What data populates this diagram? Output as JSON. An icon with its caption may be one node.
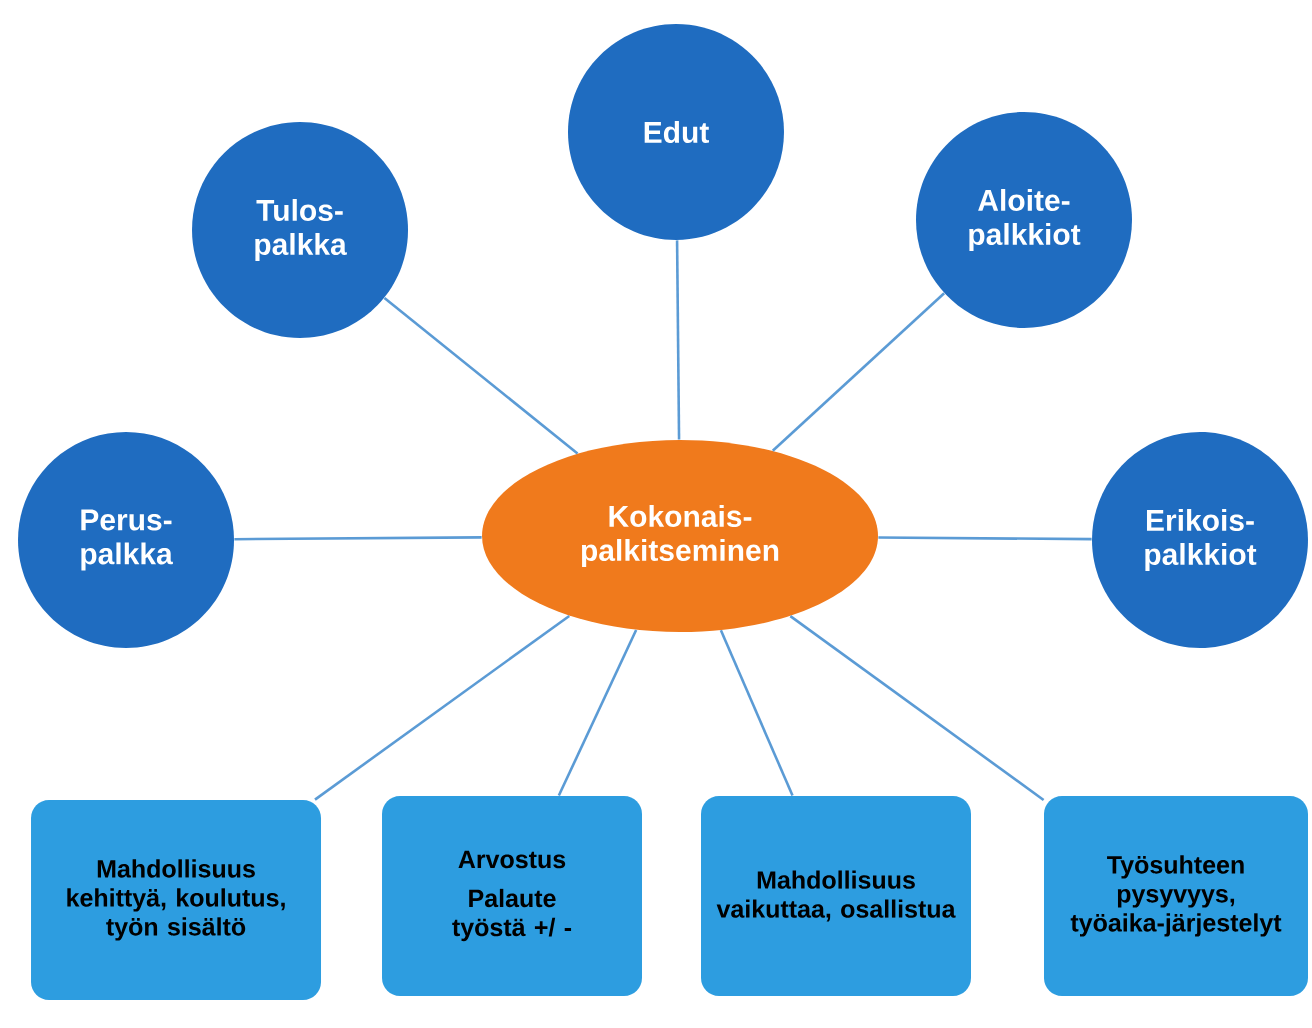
{
  "diagram": {
    "nodes": [
      {
        "text": [
          "Tulos-palkka"
        ]
      },
      {
        "text": [
          "Edut"
        ]
      },
      {
        "text": [
          "Aloite-palkkiot"
        ]
      },
      {
        "text": [
          "Perus-palkka"
        ]
      },
      {
        "text": [
          "Kokonais-palkitseminen"
        ]
      },
      {
        "text": [
          "Erikois-palkkiot"
        ]
      },
      {
        "text": [
          "Mahdollisuus kehittyä, koulutus, työn sisältö"
        ]
      },
      {
        "text": [
          "Arvostus",
          "Palaute työstä +/ -"
        ]
      },
      {
        "text": [
          "Mahdollisuus vaikuttaa, osallistua"
        ]
      },
      {
        "text": [
          "Työsuhteen pysyvyys, työaika-järjestelyt"
        ]
      }
    ],
    "edges": [
      {
        "from": 4,
        "to": 0,
        "arrow": "none"
      },
      {
        "from": 4,
        "to": 1,
        "arrow": "none"
      },
      {
        "from": 4,
        "to": 2,
        "arrow": "none"
      },
      {
        "from": 4,
        "to": 3,
        "arrow": "none"
      },
      {
        "from": 4,
        "to": 5,
        "arrow": "none"
      },
      {
        "from": 4,
        "to": 6,
        "arrow": "none"
      },
      {
        "from": 4,
        "to": 7,
        "arrow": "none"
      },
      {
        "from": 4,
        "to": 8,
        "arrow": "none"
      },
      {
        "from": 4,
        "to": 9,
        "arrow": "none"
      }
    ]
  }
}
